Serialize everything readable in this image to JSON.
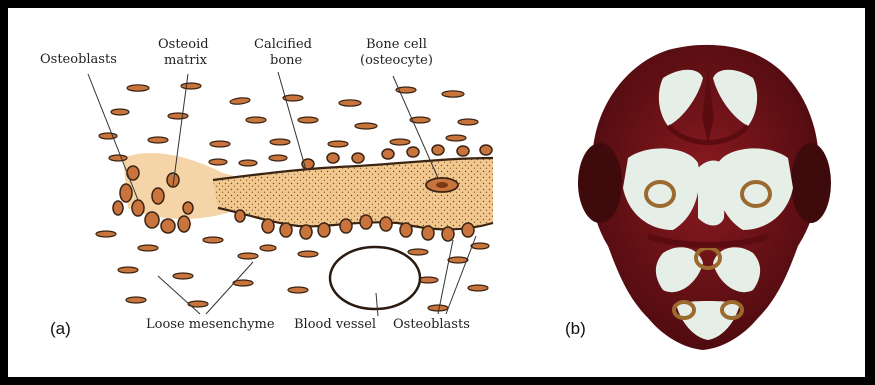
{
  "panel_a": {
    "label": "(a)",
    "labels": {
      "osteoblasts_top": "Osteoblasts",
      "osteoid_line1": "Osteoid",
      "osteoid_line2": "matrix",
      "calcified_line1": "Calcified",
      "calcified_line2": "bone",
      "bonecell_line1": "Bone cell",
      "bonecell_line2": "(osteocyte)",
      "loose_mesenchyme": "Loose mesenchyme",
      "blood_vessel": "Blood vessel",
      "osteoblasts_bottom": "Osteoblasts"
    },
    "colors": {
      "bone": "#f2c88e",
      "cell": "#c8743c",
      "outline": "#3a2414"
    }
  },
  "panel_b": {
    "label": "(b)",
    "colors": {
      "stain": "#6b0f14",
      "cartilage": "#e6eee8",
      "ossification": "#9a6a2e"
    }
  }
}
